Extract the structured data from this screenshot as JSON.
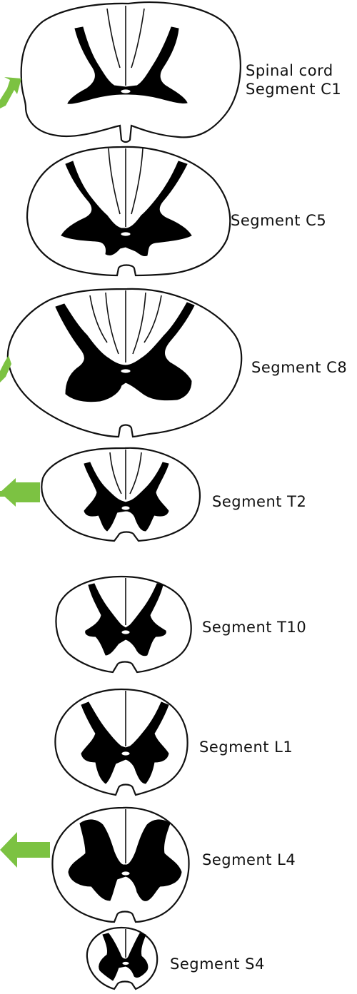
{
  "accent_color": "#7cc242",
  "segments": [
    {
      "id": "C1",
      "label_lines": [
        "Spinal cord",
        "Segment C1"
      ]
    },
    {
      "id": "C5",
      "label_lines": [
        "Segment C5"
      ]
    },
    {
      "id": "C8",
      "label_lines": [
        "Segment C8"
      ]
    },
    {
      "id": "T2",
      "label_lines": [
        "Segment T2"
      ]
    },
    {
      "id": "T10",
      "label_lines": [
        "Segment T10"
      ]
    },
    {
      "id": "L1",
      "label_lines": [
        "Segment L1"
      ]
    },
    {
      "id": "L4",
      "label_lines": [
        "Segment L4"
      ]
    },
    {
      "id": "S4",
      "label_lines": [
        "Segment S4"
      ]
    }
  ],
  "arrows": [
    "green-arrow",
    "green-arrow",
    "green-arrow",
    "green-arrow"
  ]
}
